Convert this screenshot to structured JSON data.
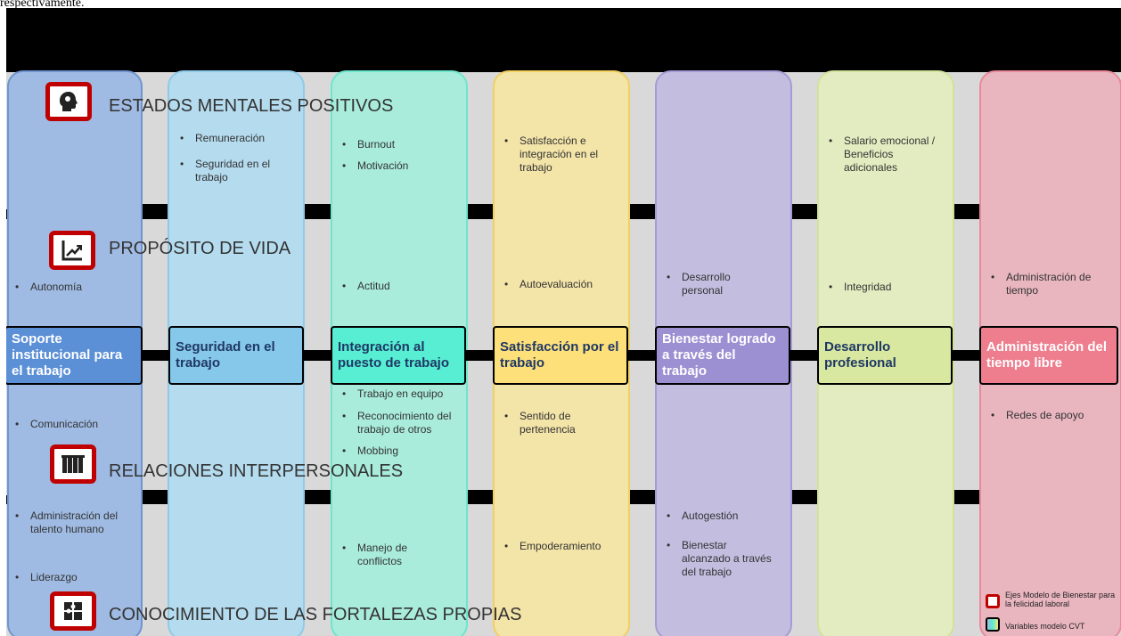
{
  "top_text": "respectivamente.",
  "axes": [
    {
      "title": "ESTADOS MENTALES POSITIVOS",
      "icon": "head-profile-icon"
    },
    {
      "title": "PROPÓSITO DE VIDA",
      "icon": "growth-chart-icon"
    },
    {
      "title": "RELACIONES INTERPERSONALES",
      "icon": "people-group-icon"
    },
    {
      "title": "CONOCIMIENTO DE LAS FORTALEZAS PROPIAS",
      "icon": "puzzle-icon"
    }
  ],
  "variables": [
    {
      "label": "Soporte institucional para el trabajo",
      "fill": "#5b8fd6",
      "column": "#9fbbe3",
      "border": "#6f95cf"
    },
    {
      "label": "Seguridad en el trabajo",
      "fill": "#86c8ea",
      "column": "#b4dbee",
      "border": "#8fcbe8"
    },
    {
      "label": "Integración al puesto de trabajo",
      "fill": "#57eed3",
      "column": "#a9ecdc",
      "border": "#6ee6cc"
    },
    {
      "label": "Satisfacción por el trabajo",
      "fill": "#fde07a",
      "column": "#f3e4a8",
      "border": "#f1cf62"
    },
    {
      "label": "Bienestar logrado a través del trabajo",
      "fill": "#9c8fd2",
      "column": "#c3bddf",
      "border": "#a69bd4"
    },
    {
      "label": "Desarrollo profesional",
      "fill": "#d8e8a0",
      "column": "#e3ecc1",
      "border": "#d1e39a"
    },
    {
      "label": "Administración del tiempo libre",
      "fill": "#ee7d8e",
      "column": "#e9b6c0",
      "border": "#e88a9a"
    }
  ],
  "bullets": {
    "estados": [
      [
        "Remuneración",
        "Seguridad en el trabajo"
      ],
      [
        "Burnout",
        "Motivación"
      ],
      [
        "Satisfacción e integración en el trabajo"
      ],
      [
        "Salario emocional / Beneficios adicionales"
      ]
    ],
    "proposito": [
      [
        "Autonomía"
      ],
      [
        "Actitud"
      ],
      [
        "Autoevaluación"
      ],
      [
        "Desarrollo personal"
      ],
      [
        "Integridad"
      ],
      [
        "Administración de tiempo"
      ]
    ],
    "relaciones": [
      [
        "Comunicación"
      ],
      [
        "Trabajo en equipo",
        "Reconocimiento del trabajo de otros",
        "Mobbing"
      ],
      [
        "Sentido de pertenencia"
      ],
      [
        "Redes de apoyo"
      ]
    ],
    "fortalezas": [
      [
        "Administración del talento humano",
        "Liderazgo"
      ],
      [
        "Manejo de conflictos"
      ],
      [
        "Empoderamiento"
      ],
      [
        "Autogestión",
        "Bienestar alcanzado a través del trabajo"
      ]
    ]
  },
  "legend": [
    {
      "label": "Ejes Modelo de Bienestar para la felicidad laboral",
      "icon": "red-square-icon"
    },
    {
      "label": "Variables modelo CVT",
      "icon": "variable-box-icon"
    }
  ],
  "colors": {
    "axis_icon": "#c00000",
    "band": "#d9d9d9",
    "background": "#000000"
  }
}
